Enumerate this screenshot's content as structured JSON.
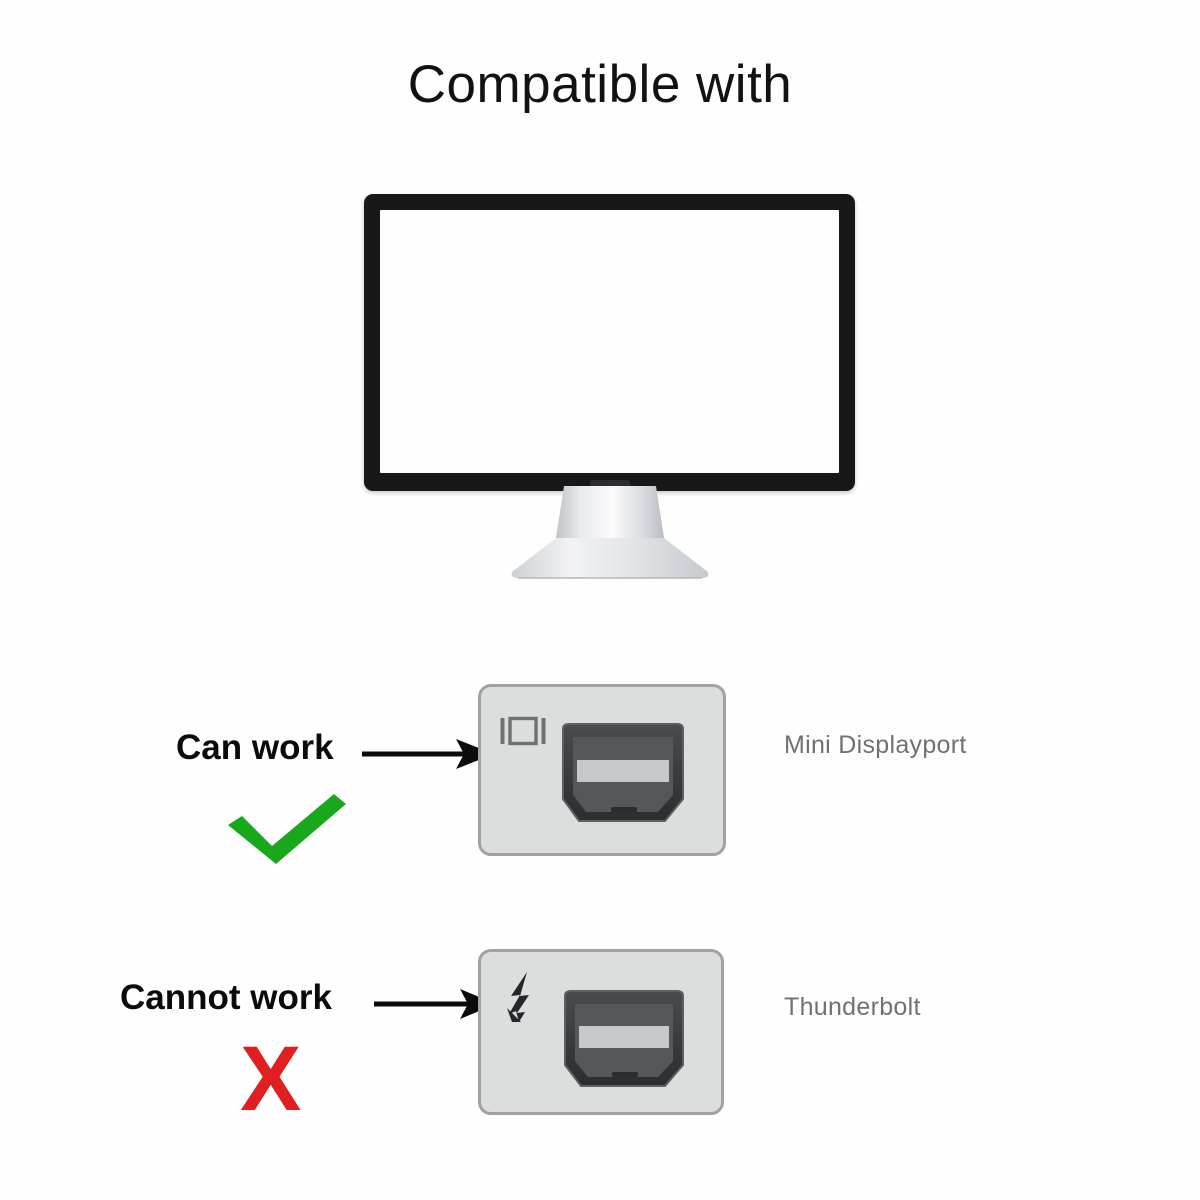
{
  "page": {
    "title": "Compatible with",
    "background_color": "#ffffff"
  },
  "monitor": {
    "name": "computer-monitor",
    "bezel_color": "#17181a",
    "screen_color": "#fdfdfd",
    "stand_color": "#d6d8da"
  },
  "rows": [
    {
      "id": "mini-displayport",
      "verdict": "Can work",
      "verdict_color": "#0b0b0b",
      "mark": "check",
      "mark_color": "#19a81c",
      "port_label": "Mini Displayport",
      "port_label_color": "#6f7173",
      "icon_name": "displayport-icon",
      "panel_color": "#dcdedd"
    },
    {
      "id": "thunderbolt",
      "verdict": "Cannot work",
      "verdict_color": "#0b0b0b",
      "mark": "X",
      "mark_color": "#e02020",
      "port_label": "Thunderbolt",
      "port_label_color": "#6f7173",
      "icon_name": "thunderbolt-icon",
      "panel_color": "#dcdedd"
    }
  ]
}
